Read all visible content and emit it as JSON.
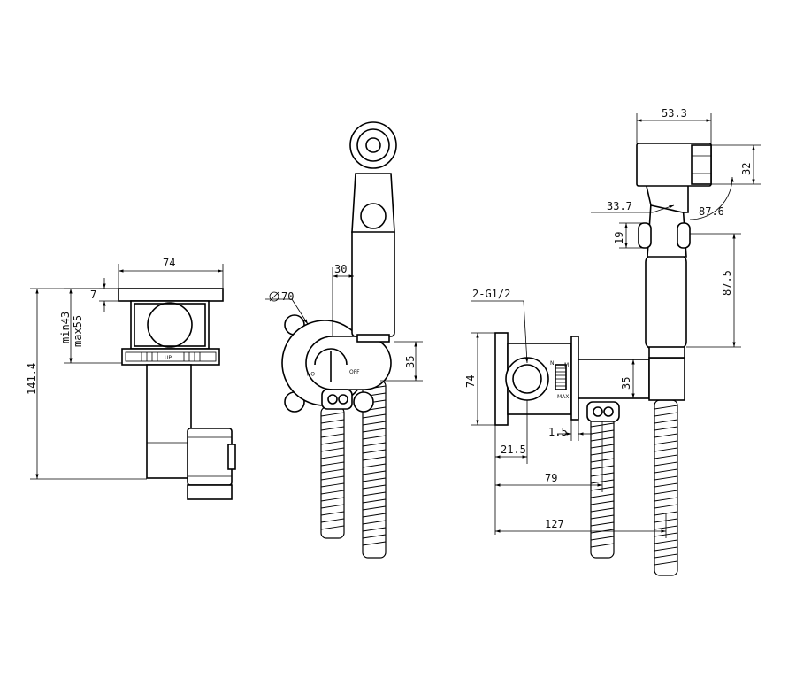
{
  "views": {
    "side": {
      "dim_width": "74",
      "dim_flange": "7",
      "dim_min": "min43",
      "dim_max": "max55",
      "dim_total_height": "141.4",
      "label_up": "UP"
    },
    "front": {
      "dim_diameter": "70",
      "dim_30": "30",
      "dim_35": "35",
      "label_on": "ON",
      "label_off": "OFF"
    },
    "right": {
      "dim_533": "53.3",
      "dim_32": "32",
      "dim_337": "33.7",
      "dim_876": "87.6",
      "dim_19": "19",
      "dim_875": "87.5",
      "dim_thread": "2-G1/2",
      "dim_74": "74",
      "dim_35": "35",
      "dim_15": "1.5",
      "dim_215": "21.5",
      "dim_79": "79",
      "dim_127": "127",
      "label_m": "M",
      "label_n": "N",
      "label_max": "MAX"
    }
  }
}
